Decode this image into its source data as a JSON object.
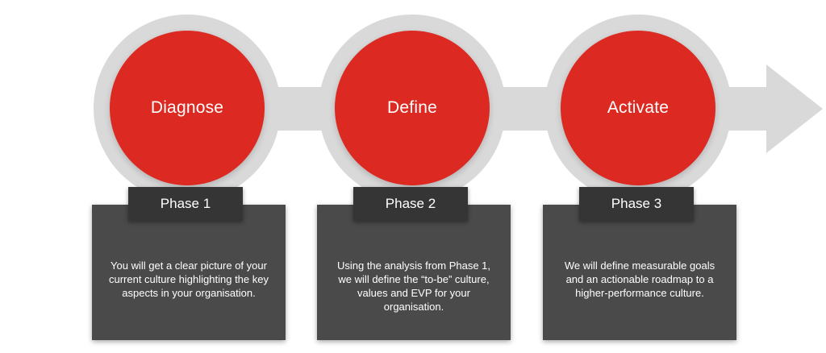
{
  "colors": {
    "circle": "#dc2a22",
    "ring": "#d9d9d9",
    "arrow": "#d9d9d9",
    "box": "#4a4a4a",
    "tab": "#353535",
    "text": "#ffffff"
  },
  "phases": [
    {
      "title": "Diagnose",
      "tab": "Phase 1",
      "description": "You will get a clear picture of your current culture highlighting the key aspects in your organisation."
    },
    {
      "title": "Define",
      "tab": "Phase 2",
      "description": "Using the analysis from Phase 1, we will define the “to-be” culture, values and EVP for your organisation."
    },
    {
      "title": "Activate",
      "tab": "Phase 3",
      "description": "We will define measurable goals and an actionable roadmap to a higher-performance culture."
    }
  ]
}
